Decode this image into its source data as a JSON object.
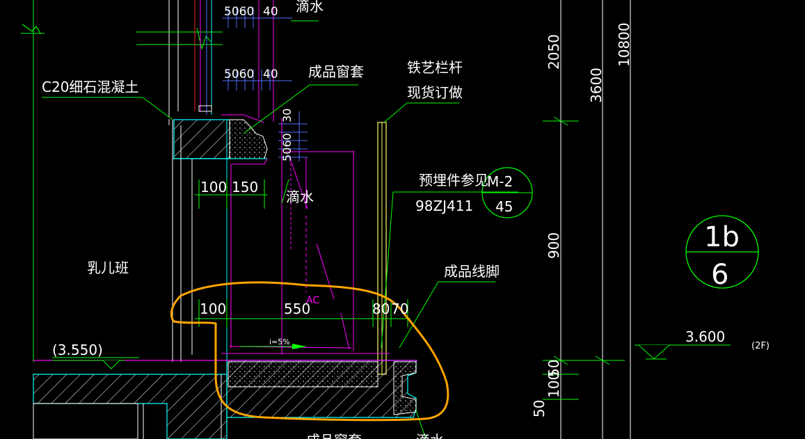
{
  "drawing": {
    "labels": {
      "c20": "C20细石混凝土",
      "window_trim_top": "成品窗套",
      "iron_railing_line1": "铁艺栏杆",
      "iron_railing_line2": "现货订做",
      "drip_top": "滴水",
      "drip_mid": "滴水",
      "embedded_part": "预埋件参见",
      "embedded_code": "98ZJ411",
      "room_name": "乳儿班",
      "skirting": "成品线脚",
      "ac": "AC",
      "slope": "i=5%",
      "window_trim_bottom": "成品窗套",
      "drip_bottom": "滴水"
    },
    "dimensions": {
      "d5060_top": "5060",
      "d40_top": "40",
      "d5060_mid": "5060",
      "d40_mid": "40",
      "d5060_vert": "5060",
      "d30_vert": "30",
      "d100_upper": "100",
      "d150_upper": "150",
      "d100_lower": "100",
      "d550_lower": "550",
      "d80_lower": "80",
      "d70_lower": "70",
      "level_left": "(3.550)",
      "level_right": "3.600",
      "floor_tag": "(2F)",
      "v2050": "2050",
      "v3600": "3600",
      "v10800": "10800",
      "v900": "900",
      "v50a": "50",
      "v50b": "50",
      "v100": "100"
    },
    "callouts": {
      "m2_top": "M-2",
      "m2_bottom": "45",
      "detail_top": "1b",
      "detail_bottom": "6"
    },
    "colors": {
      "background": "#000000",
      "green": "#00ff00",
      "cyan": "#00ffff",
      "magenta": "#ff00ff",
      "white": "#ffffff",
      "blue": "#4f6fff",
      "yellow": "#ffff66",
      "orange_highlight": "#ffa500"
    }
  }
}
